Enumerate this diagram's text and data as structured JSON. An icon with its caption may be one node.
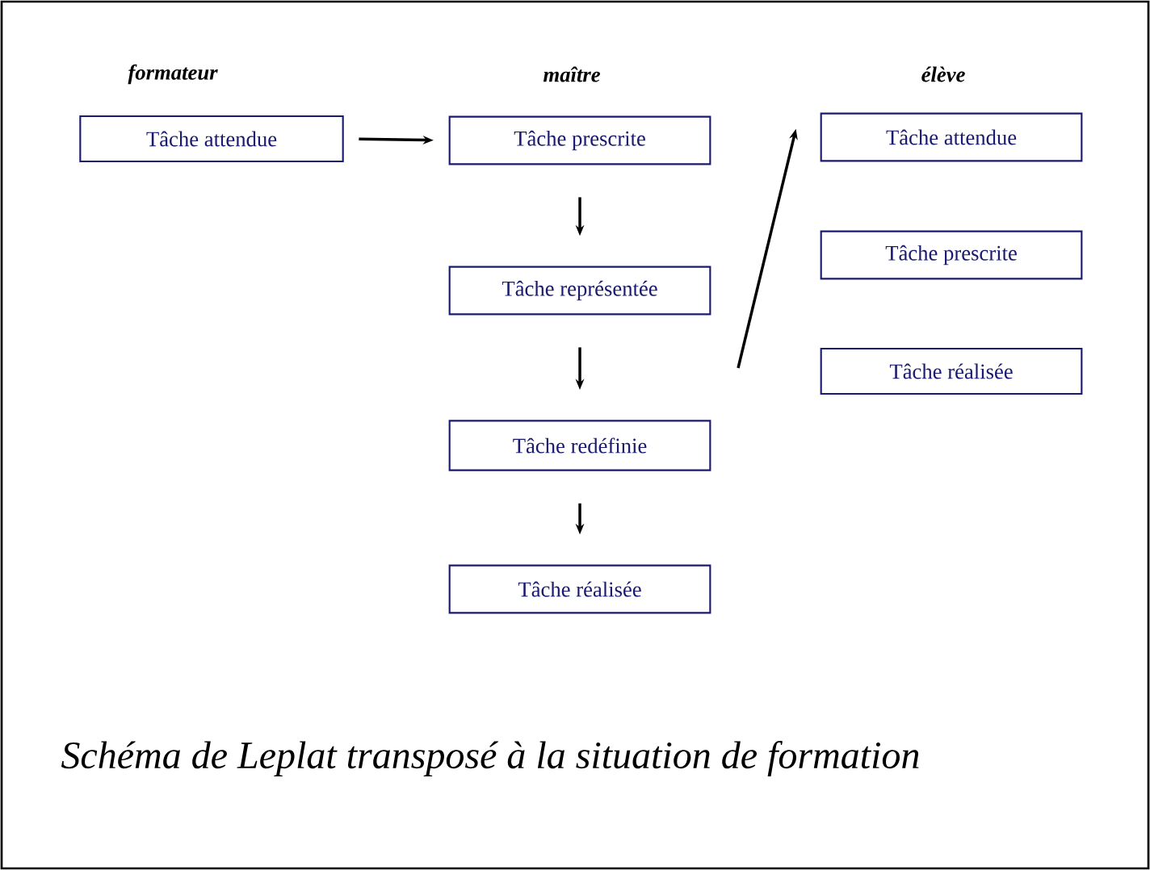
{
  "diagram": {
    "caption": "Schéma de Leplat transposé à la situation de formation",
    "nodes": [
      {
        "text": [
          "Tâche attendue"
        ]
      },
      {
        "text": [
          "Tâche prescrite"
        ]
      },
      {
        "text": [
          "Tâche représentée"
        ]
      },
      {
        "text": [
          "Tâche redéfinie"
        ]
      },
      {
        "text": [
          "Tâche réalisée"
        ]
      },
      {
        "text": [
          "Tâche attendue"
        ]
      },
      {
        "text": [
          "Tâche prescrite"
        ]
      },
      {
        "text": [
          "Tâche réalisée"
        ]
      }
    ],
    "edges": [
      {
        "from": 0,
        "to": 1,
        "arrow": "to"
      },
      {
        "from": 1,
        "to": 2,
        "arrow": "to"
      },
      {
        "from": 2,
        "to": 3,
        "arrow": "to"
      },
      {
        "from": 3,
        "to": 4,
        "arrow": "to"
      },
      {
        "from": null,
        "to": 5,
        "arrow": "to"
      }
    ],
    "labels": [
      "formateur",
      "maître",
      "élève"
    ]
  }
}
